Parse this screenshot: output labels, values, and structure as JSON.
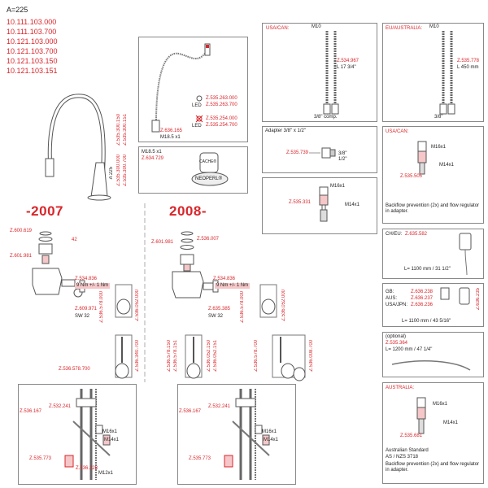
{
  "header": {
    "model": "A=225",
    "codes": [
      "10.111.103.000",
      "10.111.103.700",
      "10.121.103.000",
      "10.121.103.700",
      "10.121.103.150",
      "10.121.103.151"
    ]
  },
  "faucet": {
    "dim": "A 225",
    "codes_a": [
      "Z.535.300.000",
      "Z.535.300.700"
    ],
    "codes_b": [
      "Z.535.300.150",
      "Z.535.300.151"
    ]
  },
  "spray_head_box": {
    "hose_code": "Z.636.165",
    "thread": "M18.5 x1",
    "led_label_1": "LED",
    "led_codes_1": [
      "Z.535.263.000",
      "Z.535.263.700"
    ],
    "led_label_2": "LED",
    "led_codes_2": [
      "Z.535.254.000",
      "Z.535.254.700"
    ]
  },
  "aerator_box": {
    "thread": "M18.5 x1",
    "code": "Z.634.729",
    "cache_label": "CACHE®",
    "neoperl_label": "NEOPERL®"
  },
  "usa_can_hose": {
    "region": "USA/CAN:",
    "thread": "M10",
    "code": "Z.534.967",
    "length": "L 17 3/4\"",
    "comp": "3/8\" comp."
  },
  "eu_aus_hose": {
    "region": "EU/AUSTRALIA:",
    "thread": "M10",
    "code": "Z.535.778",
    "length": "L 450 mm",
    "size": "3/8\""
  },
  "adapter_box": {
    "title": "Adapter 3/8\" x 1/2\"",
    "code": "Z.535.739",
    "s1": "3/8\"",
    "s2": "1/2\""
  },
  "adapter2_box": {
    "code": "Z.535.331",
    "t1": "M16x1",
    "t2": "M14x1"
  },
  "usacan_valve": {
    "region": "USA/CAN:",
    "t1": "M16x1",
    "t2": "M14x1",
    "code": "Z.535.505",
    "note": "Backflow prevention (2x) and flow regulator in adapter."
  },
  "power_box": {
    "region": "CH/EU:",
    "code": "Z.635.582",
    "length": "L= 1100 mm / 31 1/2\""
  },
  "power_box2": {
    "rows": [
      {
        "region": "GB:",
        "code": "Z.636.238"
      },
      {
        "region": "AUS:",
        "code": "Z.636.237"
      },
      {
        "region": "USA/JPN:",
        "code": "Z.636.236"
      }
    ],
    "side_code": "Z.636.235",
    "length": "L= 1100 mm / 43 5/16\""
  },
  "optional_box": {
    "label": "(optional)",
    "code": "Z.535.364",
    "length": "L= 1200 mm / 47 1/4\""
  },
  "australia_box": {
    "region": "AUSTRALIA:",
    "t1": "M16x1",
    "t2": "M14x1",
    "code": "Z.535.681",
    "std1": "Australian Standard",
    "std2": "AS / NZS 3718",
    "note": "Backflow prevention (2x) and flow regulator in adapter."
  },
  "left": {
    "year": "-2007",
    "c1": "Z.600.619",
    "n42": "42",
    "c2": "Z.601.981",
    "c3": "Z.534.836",
    "torque": "9 Nm +/- 1 Nm",
    "c4": "Z.609.971",
    "sw": "SW 32",
    "c5": "Z.536.578.000",
    "c6": "Z.536.052.000",
    "c7": "Z.536.578.700",
    "c8": "Z.536.340.700",
    "b1": "Z.536.167",
    "b2": "Z.532.241",
    "bt1": "M16x1",
    "bt2": "M14x1",
    "b3": "Z.535.773",
    "b4": "Z.536.228",
    "bt3": "M12x1"
  },
  "right": {
    "year": "2008-",
    "c1": "Z.601.981",
    "c2": "Z.536.007",
    "c3": "Z.534.836",
    "torque": "9 Nm +/- 1 Nm",
    "c4": "Z.635.385",
    "sw": "SW 32",
    "c5": "Z.536.578.000",
    "c6": "Z.536.052.000",
    "c7a": "Z.536.578.150",
    "c7b": "Z.536.578.151",
    "c8a": "Z.536.052.150",
    "c8b": "Z.536.052.151",
    "c9": "Z.536.578.700",
    "c10": "Z.536.008.700",
    "b1": "Z.536.167",
    "b2": "Z.532.241",
    "bt1": "M16x1",
    "bt2": "M14x1",
    "b3": "Z.535.773"
  }
}
